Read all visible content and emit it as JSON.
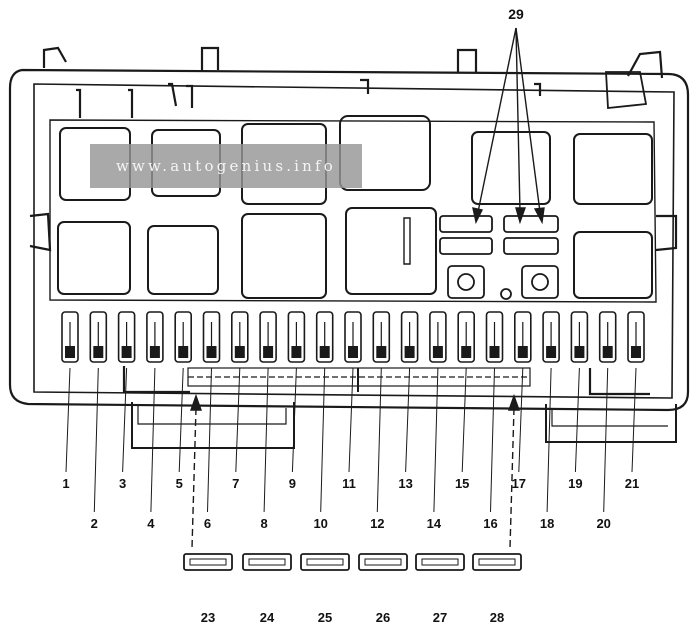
{
  "watermark": "www.autogenius.info",
  "callout_top": "29",
  "fuse_labels": [
    "1",
    "2",
    "3",
    "4",
    "5",
    "6",
    "7",
    "8",
    "9",
    "10",
    "11",
    "12",
    "13",
    "14",
    "15",
    "16",
    "17",
    "18",
    "19",
    "20",
    "21"
  ],
  "spare_labels": [
    "23",
    "24",
    "25",
    "26",
    "27",
    "28"
  ],
  "colors": {
    "ink": "#1a1a1a",
    "watermark_bg": "#969696"
  }
}
